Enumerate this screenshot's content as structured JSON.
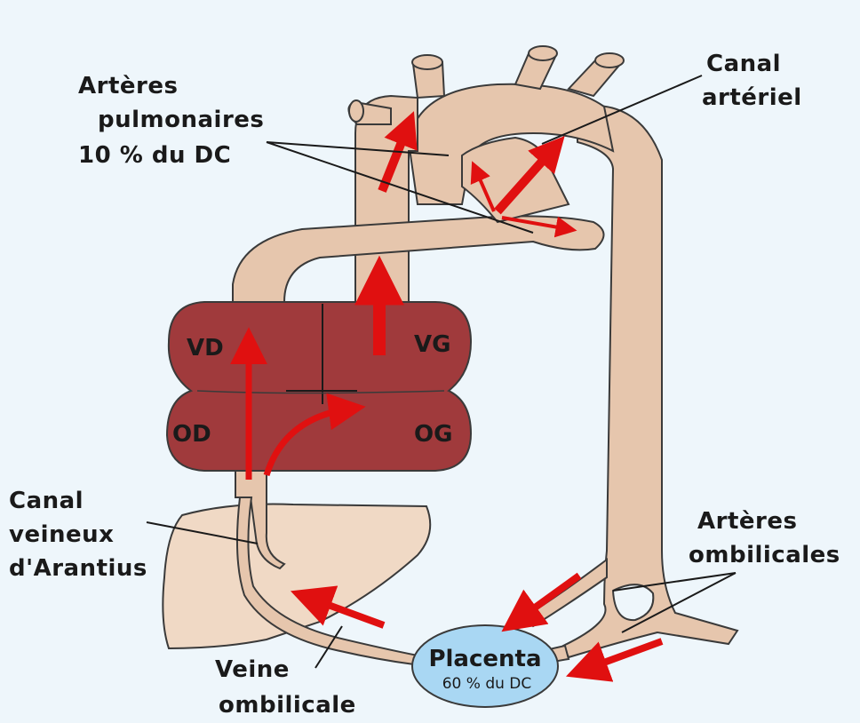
{
  "labels": {
    "arteres_pulmonaires": [
      "Artères",
      "pulmonaires",
      "10 % du DC"
    ],
    "canal_arteriel": [
      "Canal",
      "artériel"
    ],
    "canal_veineux": [
      "Canal",
      "veineux",
      "d'Arantius"
    ],
    "arteres_ombilicales": [
      "Artères",
      "ombilicales"
    ],
    "veine_ombilicale": [
      "Veine",
      "ombilicale"
    ]
  },
  "chambers": {
    "vd": "VD",
    "vg": "VG",
    "od": "OD",
    "og": "OG"
  },
  "placenta": {
    "title": "Placenta",
    "subtitle": "60 % du DC"
  },
  "colors": {
    "vessel": "#e6c6ad",
    "vessel_stroke": "#3a3a3a",
    "heart": "#a03a3c",
    "liver": "#f0d9c5",
    "placenta": "#a9d7f3",
    "arrow": "#e01010",
    "background": "#eef6fb"
  }
}
